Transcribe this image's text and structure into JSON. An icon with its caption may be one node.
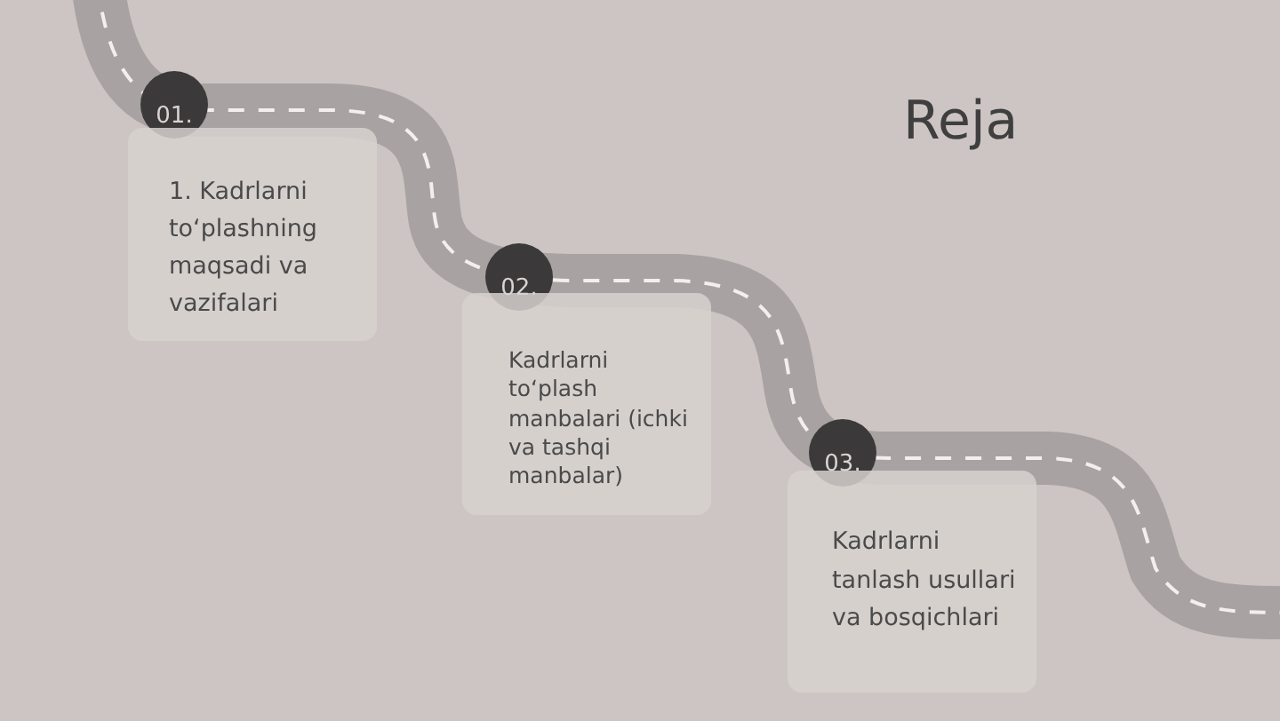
{
  "diagram": {
    "title": "Reja",
    "nodes": [
      {
        "text": [
          "01."
        ]
      },
      {
        "text": [
          "1. Kadrlarni to‘plashning maqsadi va vazifalari"
        ]
      },
      {
        "text": [
          "02."
        ]
      },
      {
        "text": [
          "Kadrlarni to‘plash manbalari (ichki va tashqi manbalar)"
        ]
      },
      {
        "text": [
          "03."
        ]
      },
      {
        "text": [
          "Kadrlarni tanlash usullari va bosqichlari"
        ]
      }
    ]
  }
}
